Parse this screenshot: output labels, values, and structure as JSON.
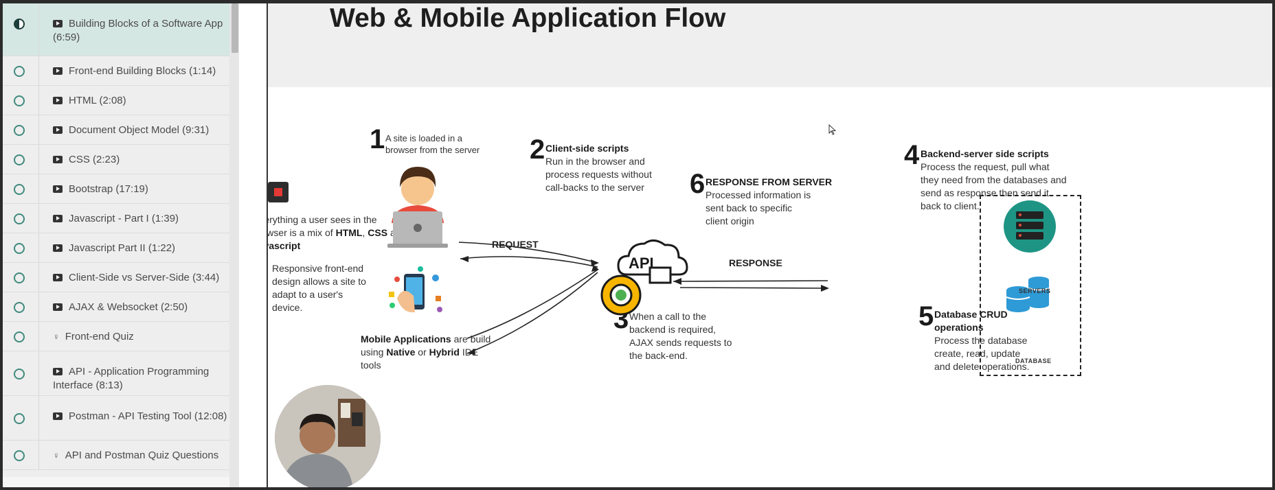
{
  "sidebar": {
    "lessons": [
      {
        "type": "video",
        "title": "Building Blocks of a Software App (6:59)",
        "status": "half",
        "active": true
      },
      {
        "type": "video",
        "title": "Front-end Building Blocks (1:14)",
        "status": "empty"
      },
      {
        "type": "video",
        "title": "HTML (2:08)",
        "status": "empty"
      },
      {
        "type": "video",
        "title": "Document Object Model (9:31)",
        "status": "empty"
      },
      {
        "type": "video",
        "title": "CSS (2:23)",
        "status": "empty"
      },
      {
        "type": "video",
        "title": "Bootstrap (17:19)",
        "status": "empty"
      },
      {
        "type": "video",
        "title": "Javascript - Part I (1:39)",
        "status": "empty"
      },
      {
        "type": "video",
        "title": "Javascript Part II (1:22)",
        "status": "empty"
      },
      {
        "type": "video",
        "title": "Client-Side vs Server-Side (3:44)",
        "status": "empty"
      },
      {
        "type": "video",
        "title": "AJAX & Websocket (2:50)",
        "status": "empty"
      },
      {
        "type": "quiz",
        "title": "Front-end Quiz",
        "status": "empty"
      },
      {
        "type": "video",
        "title": "API - Application Programming Interface (8:13)",
        "status": "empty"
      },
      {
        "type": "video",
        "title": "Postman - API Testing Tool (12:08)",
        "status": "empty"
      },
      {
        "type": "quiz",
        "title": "API and Postman Quiz Questions",
        "status": "empty"
      }
    ]
  },
  "slide": {
    "title": "Web & Mobile Application Flow",
    "step1": {
      "num": "1",
      "text": "A site is loaded in a browser from the server"
    },
    "step2": {
      "num": "2",
      "heading": "Client-side  scripts",
      "text": "Run in the browser and process requests without call-backs to the server"
    },
    "step3": {
      "num": "3",
      "text": "When a call to the backend is required,  AJAX sends requests to the back-end."
    },
    "step4": {
      "num": "4",
      "heading": "Backend-server side scripts",
      "text": "Process the request, pull what they need from the databases and send as response then send it back to client."
    },
    "step5": {
      "num": "5",
      "heading": "Database CRUD operations",
      "text": "Process the database create, read, update and delete operations."
    },
    "step6": {
      "num": "6",
      "heading": "RESPONSE FROM SERVER",
      "text": "Processed information is sent back to specific client origin"
    },
    "browser_note": {
      "pre": "Everything a user sees in the browser is a mix of ",
      "html": "HTML",
      "comma": ", ",
      "css": "CSS",
      "and": " and ",
      "js": "Javascript"
    },
    "responsive_note": "Responsive front-end design allows a site to adapt to a user's device.",
    "mobile_note": {
      "b1": "Mobile Applications",
      "t1": " are build using ",
      "b2": "Native",
      "t2": " or ",
      "b3": "Hybrid",
      "t3": " IDE tools"
    },
    "request_label": "REQUEST",
    "response_label": "RESPONSE",
    "api_label": "API",
    "servers_label": "SERVERS",
    "database_label": "DATABASE"
  },
  "colors": {
    "accent": "#3f8a7d",
    "active_bg": "#d5e7e3",
    "server_teal": "#1e9584",
    "db_blue": "#2e9ad6",
    "gear_yellow": "#f7b500"
  }
}
